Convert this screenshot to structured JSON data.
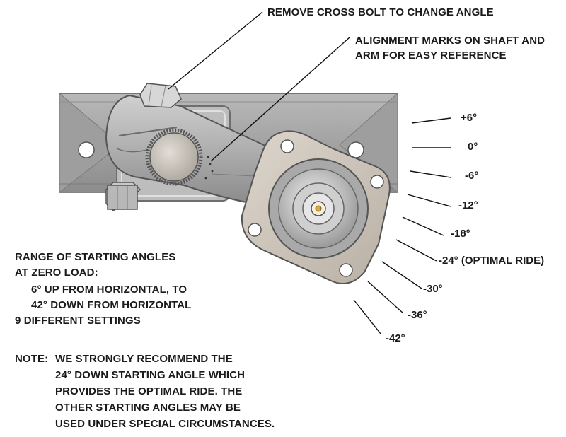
{
  "callouts": {
    "cross_bolt": "REMOVE CROSS BOLT TO CHANGE ANGLE",
    "alignment_line1": "ALIGNMENT MARKS ON SHAFT AND",
    "alignment_line2": "ARM FOR EASY REFERENCE"
  },
  "angle_settings": [
    "+6°",
    "0°",
    "-6°",
    "-12°",
    "-18°",
    "-24° (OPTIMAL RIDE)",
    "-30°",
    "-36°",
    "-42°"
  ],
  "range_note": {
    "line1": "RANGE OF STARTING ANGLES",
    "line2": "AT ZERO LOAD:",
    "line3": "6° UP FROM HORIZONTAL, TO",
    "line4": "42° DOWN FROM HORIZONTAL",
    "line5": "9 DIFFERENT SETTINGS"
  },
  "recommend_note": {
    "prefix": "NOTE:",
    "line1": "WE STRONGLY RECOMMEND THE",
    "line2": "24° DOWN STARTING ANGLE WHICH",
    "line3": "PROVIDES THE OPTIMAL RIDE. THE",
    "line4": "OTHER STARTING ANGLES MAY BE",
    "line5": "USED UNDER SPECIAL CIRCUMSTANCES."
  }
}
